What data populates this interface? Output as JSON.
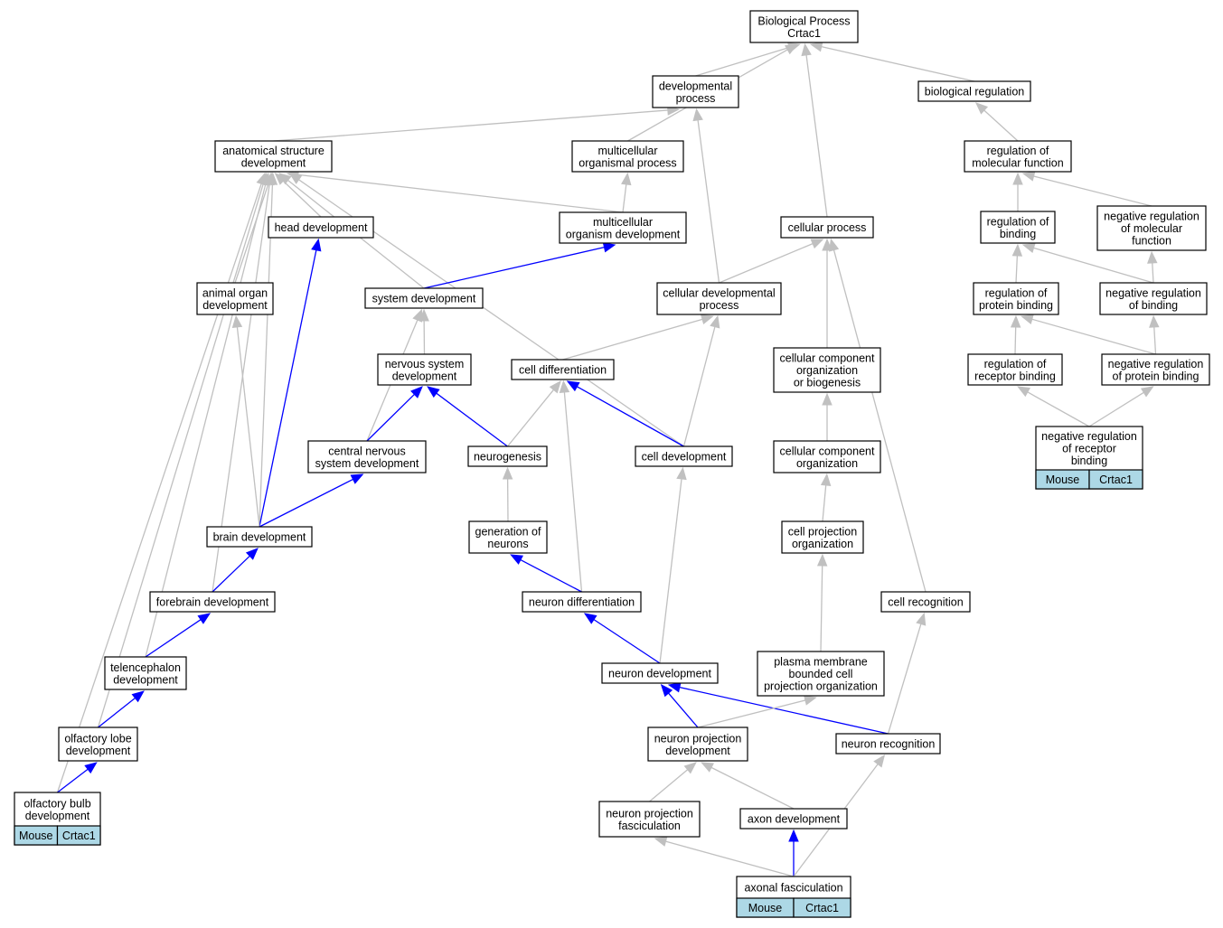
{
  "colors": {
    "edge_plain": "#c0c0c0",
    "edge_highlight": "#0000ff",
    "tag_fill": "#add8e6",
    "node_border": "#000000"
  },
  "nodes": {
    "bp": {
      "lines": [
        "Biological Process",
        "Crtac1"
      ]
    },
    "devproc": {
      "lines": [
        "developmental",
        "process"
      ]
    },
    "bioreg": {
      "lines": [
        "biological regulation"
      ]
    },
    "anat": {
      "lines": [
        "anatomical structure",
        "development"
      ]
    },
    "mcproc": {
      "lines": [
        "multicellular",
        "organismal process"
      ]
    },
    "regmol": {
      "lines": [
        "regulation of",
        "molecular function"
      ]
    },
    "headdev": {
      "lines": [
        "head development"
      ]
    },
    "mcdev": {
      "lines": [
        "multicellular",
        "organism development"
      ]
    },
    "cellproc": {
      "lines": [
        "cellular process"
      ]
    },
    "regbind": {
      "lines": [
        "regulation of",
        "binding"
      ]
    },
    "negregmol": {
      "lines": [
        "negative regulation",
        "of molecular",
        "function"
      ]
    },
    "organdev": {
      "lines": [
        "animal organ",
        "development"
      ]
    },
    "sysdev": {
      "lines": [
        "system development"
      ]
    },
    "celldevproc": {
      "lines": [
        "cellular developmental",
        "process"
      ]
    },
    "regprot": {
      "lines": [
        "regulation of",
        "protein binding"
      ]
    },
    "negregbind": {
      "lines": [
        "negative regulation",
        "of binding"
      ]
    },
    "nsdev": {
      "lines": [
        "nervous system",
        "development"
      ]
    },
    "celldiff": {
      "lines": [
        "cell differentiation"
      ]
    },
    "ccorgbio": {
      "lines": [
        "cellular component",
        "organization",
        "or biogenesis"
      ]
    },
    "regrec": {
      "lines": [
        "regulation of",
        "receptor binding"
      ]
    },
    "negregprot": {
      "lines": [
        "negative regulation",
        "of protein binding"
      ]
    },
    "cnsdev": {
      "lines": [
        "central nervous",
        "system development"
      ]
    },
    "neurogen": {
      "lines": [
        "neurogenesis"
      ]
    },
    "celldev": {
      "lines": [
        "cell development"
      ]
    },
    "ccorg": {
      "lines": [
        "cellular component",
        "organization"
      ]
    },
    "negregrec": {
      "lines": [
        "negative regulation",
        "of receptor",
        "binding"
      ],
      "tags": [
        "Mouse",
        "Crtac1"
      ]
    },
    "braindev": {
      "lines": [
        "brain development"
      ]
    },
    "genneur": {
      "lines": [
        "generation of",
        "neurons"
      ]
    },
    "cellproj": {
      "lines": [
        "cell projection",
        "organization"
      ]
    },
    "forebrain": {
      "lines": [
        "forebrain development"
      ]
    },
    "neurdiff": {
      "lines": [
        "neuron differentiation"
      ]
    },
    "cellrec": {
      "lines": [
        "cell recognition"
      ]
    },
    "telen": {
      "lines": [
        "telencephalon",
        "development"
      ]
    },
    "neurondev": {
      "lines": [
        "neuron development"
      ]
    },
    "pmbcpo": {
      "lines": [
        "plasma membrane",
        "bounded cell",
        "projection organization"
      ]
    },
    "olflobe": {
      "lines": [
        "olfactory lobe",
        "development"
      ]
    },
    "neurprojdev": {
      "lines": [
        "neuron projection",
        "development"
      ]
    },
    "neurrec": {
      "lines": [
        "neuron recognition"
      ]
    },
    "olfbulb": {
      "lines": [
        "olfactory bulb",
        "development"
      ],
      "tags": [
        "Mouse",
        "Crtac1"
      ]
    },
    "neurprojfas": {
      "lines": [
        "neuron projection",
        "fasciculation"
      ]
    },
    "axondev": {
      "lines": [
        "axon development"
      ]
    },
    "axonfas": {
      "lines": [
        "axonal fasciculation"
      ],
      "tags": [
        "Mouse",
        "Crtac1"
      ]
    }
  },
  "edges": [
    {
      "from": "devproc",
      "to": "bp",
      "highlight": false
    },
    {
      "from": "mcproc",
      "to": "bp",
      "highlight": false
    },
    {
      "from": "cellproc",
      "to": "bp",
      "highlight": false
    },
    {
      "from": "bioreg",
      "to": "bp",
      "highlight": false
    },
    {
      "from": "anat",
      "to": "devproc",
      "highlight": false
    },
    {
      "from": "celldevproc",
      "to": "devproc",
      "highlight": false
    },
    {
      "from": "regmol",
      "to": "bioreg",
      "highlight": false
    },
    {
      "from": "headdev",
      "to": "anat",
      "highlight": false
    },
    {
      "from": "organdev",
      "to": "anat",
      "highlight": false
    },
    {
      "from": "sysdev",
      "to": "anat",
      "highlight": false
    },
    {
      "from": "mcdev",
      "to": "anat",
      "highlight": false
    },
    {
      "from": "celldev",
      "to": "anat",
      "highlight": false
    },
    {
      "from": "braindev",
      "to": "anat",
      "highlight": false
    },
    {
      "from": "forebrain",
      "to": "anat",
      "highlight": false
    },
    {
      "from": "telen",
      "to": "anat",
      "highlight": false
    },
    {
      "from": "olflobe",
      "to": "anat",
      "highlight": false
    },
    {
      "from": "olfbulb",
      "to": "anat",
      "highlight": false
    },
    {
      "from": "mcdev",
      "to": "mcproc",
      "highlight": false
    },
    {
      "from": "regbind",
      "to": "regmol",
      "highlight": false
    },
    {
      "from": "negregmol",
      "to": "regmol",
      "highlight": false
    },
    {
      "from": "braindev",
      "to": "headdev",
      "highlight": true
    },
    {
      "from": "sysdev",
      "to": "mcdev",
      "highlight": true
    },
    {
      "from": "celldevproc",
      "to": "cellproc",
      "highlight": false
    },
    {
      "from": "ccorgbio",
      "to": "cellproc",
      "highlight": false
    },
    {
      "from": "cellrec",
      "to": "cellproc",
      "highlight": false
    },
    {
      "from": "regprot",
      "to": "regbind",
      "highlight": false
    },
    {
      "from": "negregbind",
      "to": "regbind",
      "highlight": false
    },
    {
      "from": "negregbind",
      "to": "negregmol",
      "highlight": false
    },
    {
      "from": "braindev",
      "to": "organdev",
      "highlight": false
    },
    {
      "from": "nsdev",
      "to": "sysdev",
      "highlight": false
    },
    {
      "from": "cnsdev",
      "to": "sysdev",
      "highlight": false
    },
    {
      "from": "celldiff",
      "to": "celldevproc",
      "highlight": false
    },
    {
      "from": "celldev",
      "to": "celldevproc",
      "highlight": false
    },
    {
      "from": "regrec",
      "to": "regprot",
      "highlight": false
    },
    {
      "from": "negregprot",
      "to": "regprot",
      "highlight": false
    },
    {
      "from": "negregprot",
      "to": "negregbind",
      "highlight": false
    },
    {
      "from": "cnsdev",
      "to": "nsdev",
      "highlight": true
    },
    {
      "from": "neurogen",
      "to": "nsdev",
      "highlight": true
    },
    {
      "from": "neurogen",
      "to": "celldiff",
      "highlight": false
    },
    {
      "from": "celldev",
      "to": "celldiff",
      "highlight": true
    },
    {
      "from": "neurdiff",
      "to": "celldiff",
      "highlight": false
    },
    {
      "from": "ccorg",
      "to": "ccorgbio",
      "highlight": false
    },
    {
      "from": "negregrec",
      "to": "regrec",
      "highlight": false
    },
    {
      "from": "negregrec",
      "to": "negregprot",
      "highlight": false
    },
    {
      "from": "braindev",
      "to": "cnsdev",
      "highlight": true
    },
    {
      "from": "genneur",
      "to": "neurogen",
      "highlight": false
    },
    {
      "from": "neurondev",
      "to": "celldev",
      "highlight": false
    },
    {
      "from": "cellproj",
      "to": "ccorg",
      "highlight": false
    },
    {
      "from": "forebrain",
      "to": "braindev",
      "highlight": true
    },
    {
      "from": "neurdiff",
      "to": "genneur",
      "highlight": true
    },
    {
      "from": "pmbcpo",
      "to": "cellproj",
      "highlight": false
    },
    {
      "from": "telen",
      "to": "forebrain",
      "highlight": true
    },
    {
      "from": "neurondev",
      "to": "neurdiff",
      "highlight": true
    },
    {
      "from": "neurrec",
      "to": "cellrec",
      "highlight": false
    },
    {
      "from": "olflobe",
      "to": "telen",
      "highlight": true
    },
    {
      "from": "neurprojdev",
      "to": "neurondev",
      "highlight": true
    },
    {
      "from": "neurrec",
      "to": "neurondev",
      "highlight": true
    },
    {
      "from": "neurprojdev",
      "to": "pmbcpo",
      "highlight": false
    },
    {
      "from": "olfbulb",
      "to": "olflobe",
      "highlight": true
    },
    {
      "from": "neurprojfas",
      "to": "neurprojdev",
      "highlight": false
    },
    {
      "from": "axondev",
      "to": "neurprojdev",
      "highlight": false
    },
    {
      "from": "axonfas",
      "to": "neurprojfas",
      "highlight": false
    },
    {
      "from": "axonfas",
      "to": "axondev",
      "highlight": true
    },
    {
      "from": "axonfas",
      "to": "neurrec",
      "highlight": false
    }
  ]
}
